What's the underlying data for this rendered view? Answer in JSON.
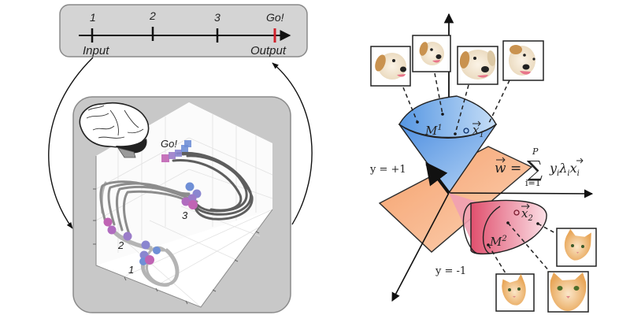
{
  "left_panel": {
    "timeline": {
      "ticks": [
        {
          "label": "1",
          "color": "#111111"
        },
        {
          "label": "2",
          "color": "#111111"
        },
        {
          "label": "3",
          "color": "#111111"
        },
        {
          "label": "Go!",
          "color": "#d0202a"
        }
      ],
      "input_label": "Input",
      "output_label": "Output",
      "box_fill": "#d4d4d4"
    },
    "state_space": {
      "go_label": "Go!",
      "epoch_labels": [
        "1",
        "2",
        "3"
      ],
      "box_fill": "#c8c8c8",
      "trajectory_colors": {
        "early": "#b4b4b4",
        "late": "#5e5e5e"
      },
      "marker_colors": {
        "blue": "#6f8fd6",
        "purple": "#9b7cc9",
        "magenta": "#c064b4"
      }
    },
    "brain_icon": "brain-icon"
  },
  "right_panel": {
    "manifold_1": {
      "label": "M",
      "superscript": "1",
      "point_label": "x",
      "point_sub": "1",
      "color": "#6aa6e6"
    },
    "manifold_2": {
      "label": "M",
      "superscript": "2",
      "point_label": "x",
      "point_sub": "2",
      "color": "#e8708a"
    },
    "plane_color": "#f5a36c",
    "label_pos": "y = +1",
    "label_neg": "y = -1",
    "weight_eq": {
      "lhs": "w =",
      "sum_upper": "P",
      "sum_lower": "i=1",
      "rhs": "y",
      "rhs_sub1": "i",
      "lambda": "λ",
      "lambda_sub": "i",
      "x": "x",
      "x_sub": "i"
    },
    "dog_images": 4,
    "cat_images": 3
  }
}
